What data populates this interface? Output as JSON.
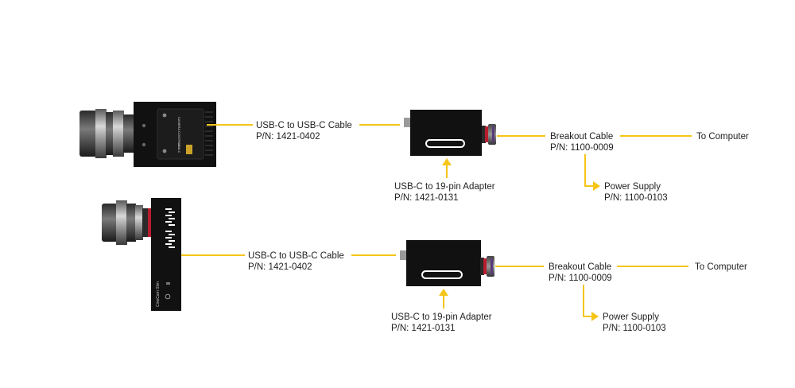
{
  "colors": {
    "accent": "#F5C518",
    "device": "#111111",
    "lens": "#8a8a8a",
    "text": "#222222"
  },
  "rows": [
    {
      "camera_type": "box-camera",
      "camera_text": "CAMERA CONTROL",
      "camera_port_text": "USB-C",
      "usb_cable": {
        "name": "USB-C to USB-C Cable",
        "pn": "P/N: 1421-0402"
      },
      "adapter": {
        "name": "USB-C to 19-pin Adapter",
        "pn": "P/N: 1421-0131"
      },
      "breakout": {
        "name": "Breakout Cable",
        "pn": "P/N: 1100-0009"
      },
      "destination": "To Computer",
      "power": {
        "name": "Power Supply",
        "pn": "P/N: 1100-0103"
      }
    },
    {
      "camera_type": "slim-camera",
      "camera_text": "CineCam Slim",
      "usb_cable": {
        "name": "USB-C to USB-C Cable",
        "pn": "P/N: 1421-0402"
      },
      "adapter": {
        "name": "USB-C to 19-pin Adapter",
        "pn": "P/N: 1421-0131"
      },
      "breakout": {
        "name": "Breakout Cable",
        "pn": "P/N: 1100-0009"
      },
      "destination": "To Computer",
      "power": {
        "name": "Power Supply",
        "pn": "P/N: 1100-0103"
      }
    }
  ]
}
